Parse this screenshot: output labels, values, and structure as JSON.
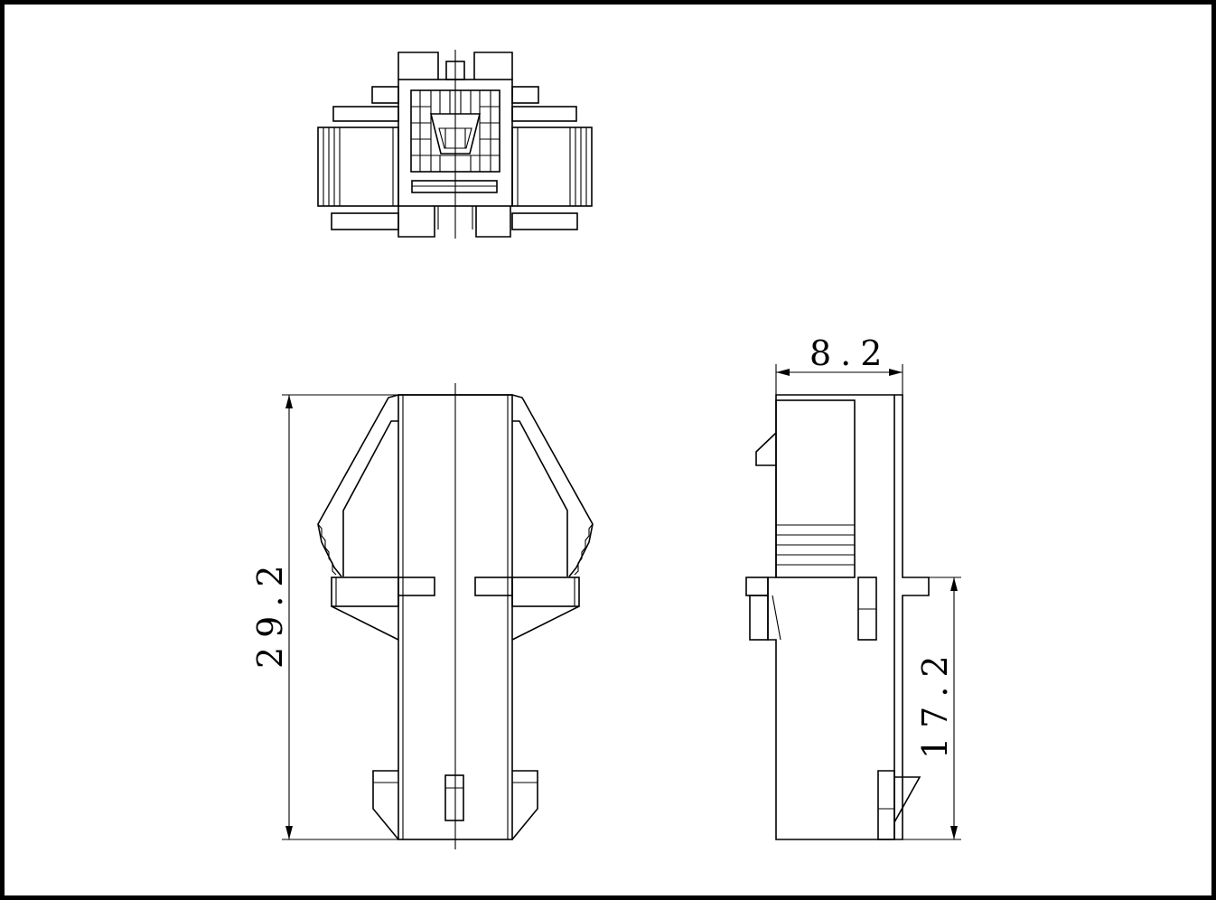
{
  "dimensions": {
    "width_label": "8.2",
    "total_height_label": "29.2",
    "partial_height_label": "17.2"
  },
  "colors": {
    "line": "#000000",
    "background": "#ffffff"
  },
  "views": [
    "top-view",
    "front-view",
    "side-view"
  ]
}
